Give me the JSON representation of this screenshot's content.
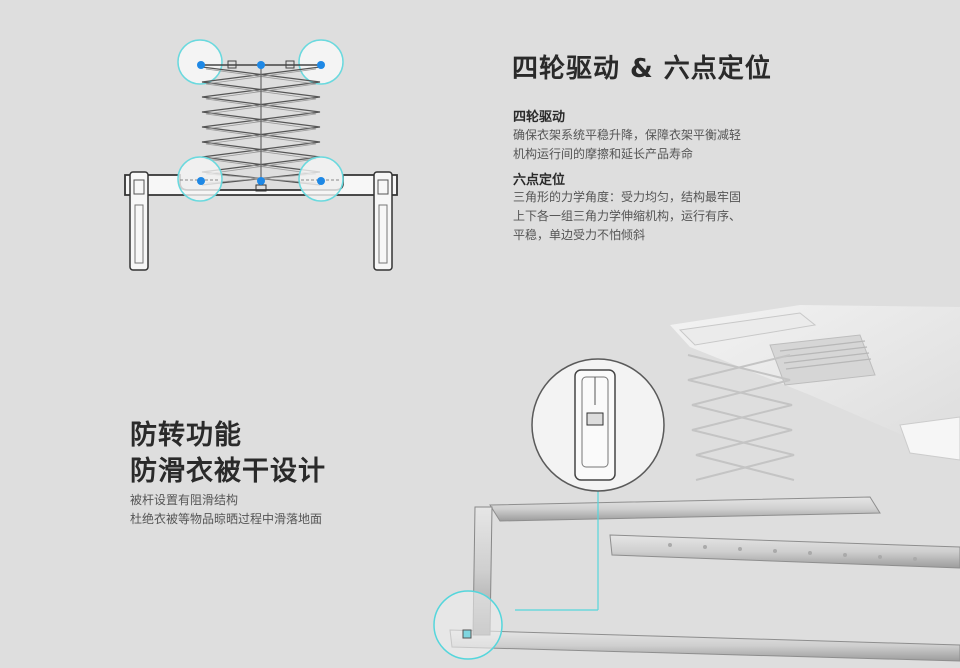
{
  "top_section": {
    "title": "四轮驱动 & 六点定位",
    "four_wheel": {
      "heading": "四轮驱动",
      "lines": [
        "确保衣架系统平稳升降，保障衣架平衡减轻",
        "机构运行间的摩擦和延长产品寿命"
      ]
    },
    "six_point": {
      "heading": "六点定位",
      "lines": [
        "三角形的力学角度：受力均匀，结构最牢固",
        "上下各一组三角力学伸缩机构，运行有序、",
        "平稳，单边受力不怕倾斜"
      ]
    }
  },
  "bottom_section": {
    "title_lines": [
      "防转功能",
      "防滑衣被干设计"
    ],
    "lines": [
      "被杆设置有阻滑结构",
      "杜绝衣被等物品晾晒过程中滑落地面"
    ]
  },
  "colors": {
    "background": "#dedede",
    "accent_blue": "#1e88e5",
    "highlight_cyan": "#55d6dc",
    "text_dark": "#2a2a2a",
    "text_body": "#555555"
  }
}
